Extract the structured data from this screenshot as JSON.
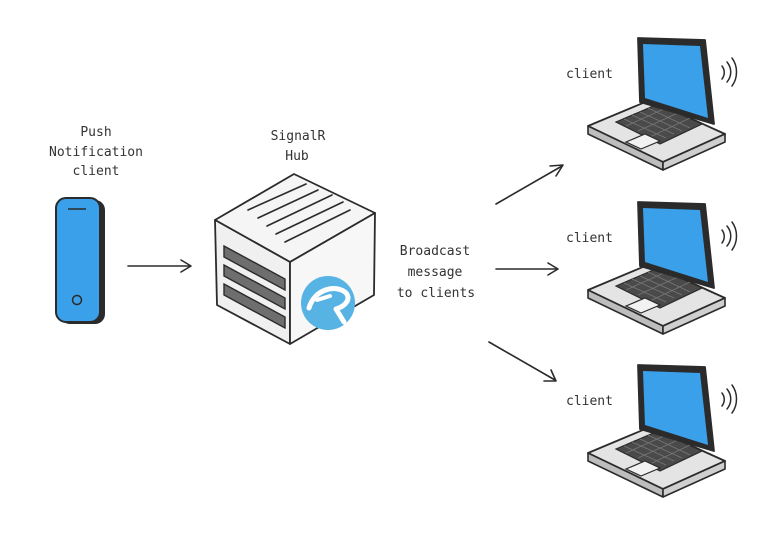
{
  "push_client": {
    "label_lines": [
      "Push",
      "Notification",
      "client"
    ]
  },
  "hub": {
    "label_lines": [
      "SignalR",
      "Hub"
    ]
  },
  "broadcast": {
    "label_lines": [
      "Broadcast",
      "message",
      "to clients"
    ]
  },
  "clients": [
    {
      "label": "client"
    },
    {
      "label": "client"
    },
    {
      "label": "client"
    }
  ],
  "colors": {
    "screen_blue": "#3aa0ea",
    "signalr_logo": "#56b3e3",
    "outline": "#2b2b2b",
    "keyboard": "#4a4a4a",
    "laptop_body": "#e4e4e4",
    "box_face": "#f5f5f5"
  }
}
